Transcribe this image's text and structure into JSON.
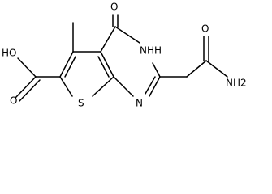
{
  "molecule": {
    "atoms": {
      "hydroxyl": "HO",
      "carboxyl_oxygen": "O",
      "sulfur": "S",
      "ring_nitrogen": "N",
      "ring_nh": "NH",
      "ring_h": "H",
      "ketone_oxygen": "O",
      "amide_oxygen": "O",
      "amine": "NH2"
    },
    "colors": {
      "bond": "#000000",
      "label": "#000000",
      "background": "#ffffff"
    }
  }
}
